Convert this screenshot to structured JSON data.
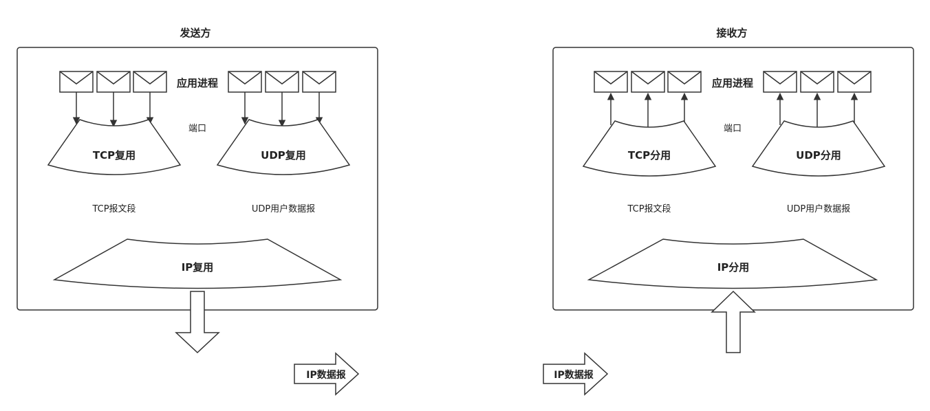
{
  "sender": {
    "title": "发送方",
    "app_process_label": "应用进程",
    "port_label": "端口",
    "tcp_block": "TCP复用",
    "udp_block": "UDP复用",
    "tcp_segment_label": "TCP报文段",
    "udp_datagram_label": "UDP用户数据报",
    "ip_block": "IP复用",
    "ip_datagram_label": "IP数据报"
  },
  "receiver": {
    "title": "接收方",
    "app_process_label": "应用进程",
    "port_label": "端口",
    "tcp_block": "TCP分用",
    "udp_block": "UDP分用",
    "tcp_segment_label": "TCP报文段",
    "udp_datagram_label": "UDP用户数据报",
    "ip_block": "IP分用",
    "ip_datagram_label": "IP数据报"
  },
  "colors": {
    "stroke": "#333333",
    "text": "#222222",
    "background": "#ffffff"
  },
  "icons": {
    "envelope": "envelope-icon",
    "down_arrow": "arrow-down-icon",
    "up_arrow": "arrow-up-icon",
    "right_arrow": "arrow-right-icon"
  }
}
